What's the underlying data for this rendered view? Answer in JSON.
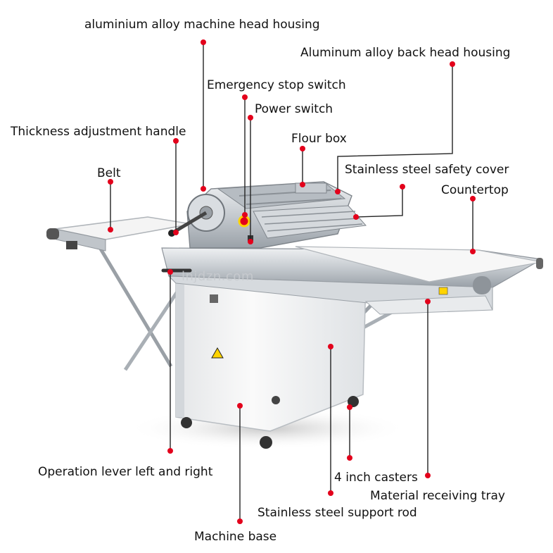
{
  "figure": {
    "labels": {
      "head_housing": "aluminium alloy machine head housing",
      "back_head_housing": "Aluminum alloy back head housing",
      "emergency_stop": "Emergency stop switch",
      "power_switch": "Power switch",
      "thickness_handle": "Thickness adjustment handle",
      "flour_box": "Flour box",
      "belt": "Belt",
      "safety_cover": "Stainless steel safety cover",
      "countertop": "Countertop",
      "operation_lever": "Operation lever left and right",
      "casters": "4 inch casters",
      "receiving_tray": "Material receiving tray",
      "support_rod": "Stainless steel support rod",
      "machine_base": "Machine base"
    },
    "watermark": "lnjdzn.com",
    "colors": {
      "marker": "#e3001b",
      "leader": "#222222",
      "steel": "#c9cdd2",
      "steel_dark": "#8d939a",
      "cabinet": "#f3f4f5"
    }
  }
}
